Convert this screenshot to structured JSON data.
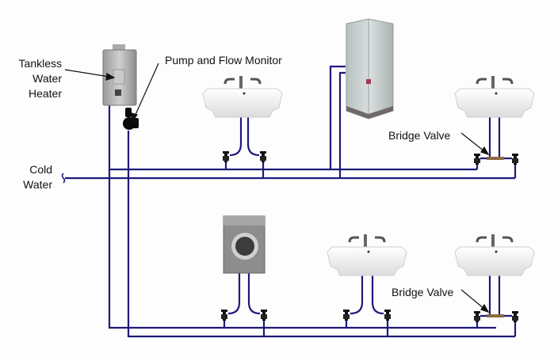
{
  "labels": {
    "heater": [
      "Tankless",
      "Water",
      "Heater"
    ],
    "pump": "Pump and Flow Monitor",
    "cold": [
      "Cold",
      "Water"
    ],
    "bridge_upper": "Bridge Valve",
    "bridge_lower": "Bridge Valve"
  },
  "colors": {
    "pipe": "#1f1a7a",
    "background": "#fdfdfd",
    "valve": "#111111",
    "bridge_valve": "#8a6a40"
  },
  "fixtures": [
    {
      "type": "sink",
      "name": "upper-sink-left"
    },
    {
      "type": "shower",
      "name": "shower-enclosure"
    },
    {
      "type": "sink",
      "name": "upper-sink-right"
    },
    {
      "type": "washing-machine",
      "name": "washing-machine"
    },
    {
      "type": "sink",
      "name": "lower-sink-middle"
    },
    {
      "type": "sink",
      "name": "lower-sink-right"
    }
  ]
}
